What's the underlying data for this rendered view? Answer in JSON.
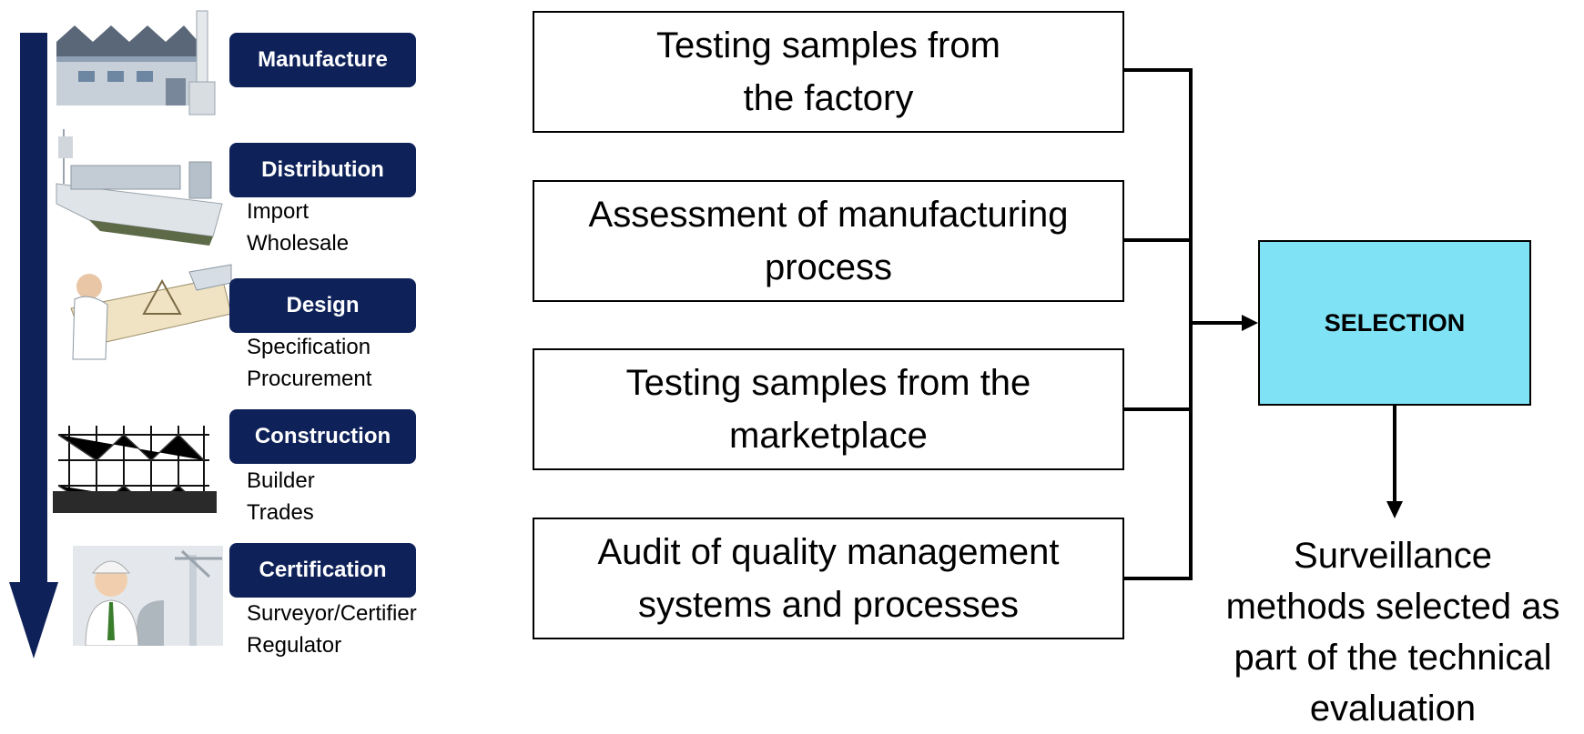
{
  "stages": [
    {
      "label": "Manufacture",
      "subs": [],
      "icon": "factory-icon"
    },
    {
      "label": "Distribution",
      "subs": [
        "Import",
        "Wholesale"
      ],
      "icon": "cargo-ship-icon"
    },
    {
      "label": "Design",
      "subs": [
        "Specification",
        "Procurement"
      ],
      "icon": "draftsman-icon"
    },
    {
      "label": "Construction",
      "subs": [
        "Builder",
        "Trades"
      ],
      "icon": "scaffolding-icon"
    },
    {
      "label": "Certification",
      "subs": [
        "Surveyor/Certifier",
        "Regulator"
      ],
      "icon": "inspector-icon"
    }
  ],
  "methods": [
    "Testing samples from\nthe factory",
    "Assessment of manufacturing\nprocess",
    "Testing samples from the\nmarketplace",
    "Audit of quality management\nsystems and processes"
  ],
  "selection": "SELECTION",
  "result": "Surveillance\nmethods selected as\npart of the technical\nevaluation",
  "colors": {
    "pill": "#0e2259",
    "arrow": "#0e2259",
    "selection_fill": "#7fe3f5"
  }
}
